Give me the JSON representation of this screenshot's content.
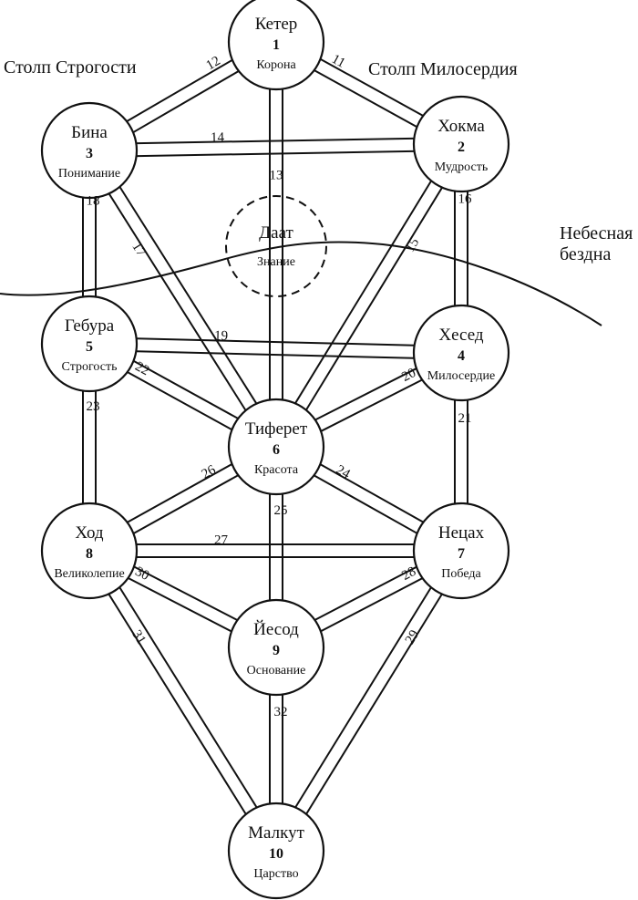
{
  "pillars": {
    "left": "Столп Строгости",
    "right": "Столп Милосердия"
  },
  "abyss_label": [
    "Небесная",
    "бездна"
  ],
  "sefirot": [
    {
      "key": "keter",
      "name": "Кетер",
      "number": "1",
      "meaning": "Корона"
    },
    {
      "key": "hokhma",
      "name": "Хокма",
      "number": "2",
      "meaning": "Мудрость"
    },
    {
      "key": "bina",
      "name": "Бина",
      "number": "3",
      "meaning": "Понимание"
    },
    {
      "key": "hesed",
      "name": "Хесед",
      "number": "4",
      "meaning": "Милосердие"
    },
    {
      "key": "gevura",
      "name": "Гебура",
      "number": "5",
      "meaning": "Строгость"
    },
    {
      "key": "tiferet",
      "name": "Тиферет",
      "number": "6",
      "meaning": "Красота"
    },
    {
      "key": "netsah",
      "name": "Нецах",
      "number": "7",
      "meaning": "Победа"
    },
    {
      "key": "hod",
      "name": "Ход",
      "number": "8",
      "meaning": "Великолепие"
    },
    {
      "key": "yesod",
      "name": "Йесод",
      "number": "9",
      "meaning": "Основание"
    },
    {
      "key": "malkut",
      "name": "Малкут",
      "number": "10",
      "meaning": "Царство"
    }
  ],
  "daat": {
    "name": "Даат",
    "meaning": "Знание"
  },
  "paths": [
    {
      "number": "11",
      "from": "keter",
      "to": "hokhma"
    },
    {
      "number": "12",
      "from": "keter",
      "to": "bina"
    },
    {
      "number": "13",
      "from": "keter",
      "to": "tiferet"
    },
    {
      "number": "14",
      "from": "bina",
      "to": "hokhma"
    },
    {
      "number": "15",
      "from": "hokhma",
      "to": "tiferet"
    },
    {
      "number": "16",
      "from": "hokhma",
      "to": "hesed"
    },
    {
      "number": "17",
      "from": "bina",
      "to": "tiferet"
    },
    {
      "number": "18",
      "from": "bina",
      "to": "gevura"
    },
    {
      "number": "19",
      "from": "gevura",
      "to": "hesed"
    },
    {
      "number": "20",
      "from": "hesed",
      "to": "tiferet"
    },
    {
      "number": "21",
      "from": "hesed",
      "to": "netsah"
    },
    {
      "number": "22",
      "from": "gevura",
      "to": "tiferet"
    },
    {
      "number": "23",
      "from": "gevura",
      "to": "hod"
    },
    {
      "number": "24",
      "from": "tiferet",
      "to": "netsah"
    },
    {
      "number": "25",
      "from": "tiferet",
      "to": "yesod"
    },
    {
      "number": "26",
      "from": "tiferet",
      "to": "hod"
    },
    {
      "number": "27",
      "from": "hod",
      "to": "netsah"
    },
    {
      "number": "28",
      "from": "netsah",
      "to": "yesod"
    },
    {
      "number": "29",
      "from": "netsah",
      "to": "malkut"
    },
    {
      "number": "30",
      "from": "hod",
      "to": "yesod"
    },
    {
      "number": "31",
      "from": "hod",
      "to": "malkut"
    },
    {
      "number": "32",
      "from": "yesod",
      "to": "malkut"
    }
  ]
}
